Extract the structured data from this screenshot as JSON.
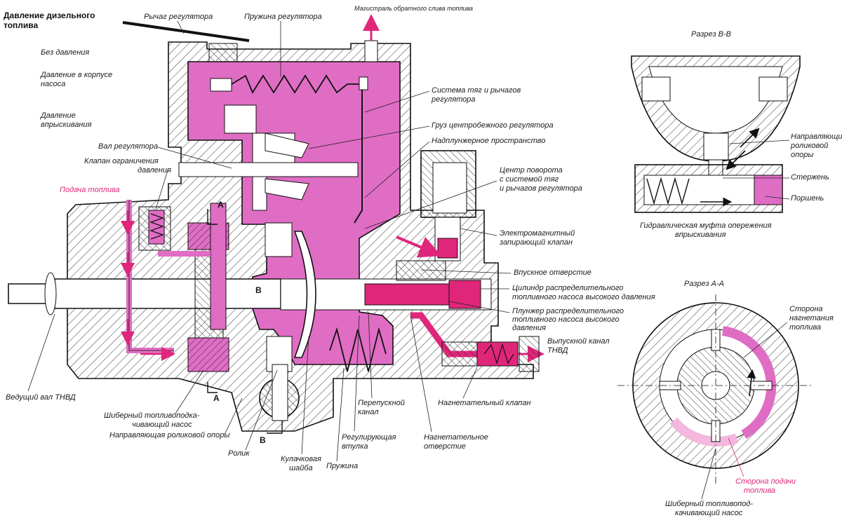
{
  "legend": {
    "title_line1": "Давление дизельного",
    "title_line2": "топлива",
    "no_pressure": "Без давления",
    "housing_pressure_line1": "Давление в корпусе",
    "housing_pressure_line2": "насоса",
    "injection_pressure_line1": "Давление",
    "injection_pressure_line2": "впрыскивания"
  },
  "colors": {
    "housing_pressure": "#e06dc4",
    "injection_pressure": "#e0267a",
    "supply_label": "#e0267a",
    "line": "#111111"
  },
  "labels": {
    "regulator_lever": "Рычаг регулятора",
    "regulator_spring": "Пружина регулятора",
    "return_line": "Магистраль обратного слива топлива",
    "linkage_system_line1": "Система тяг и рычагов",
    "linkage_system_line2": "регулятора",
    "centrifugal_weight": "Груз центробежного регулятора",
    "above_plunger_space": "Надплунжерное пространство",
    "regulator_shaft": "Вал регулятора",
    "pressure_limit_valve_line1": "Клапан ограничения",
    "pressure_limit_valve_line2": "давления",
    "pivot_center_line1": "Центр поворота",
    "pivot_center_line2": "с системой тяг",
    "pivot_center_line3": "и рычагов регулятора",
    "fuel_supply": "Подача топлива",
    "solenoid_valve_line1": "Электромагнитный",
    "solenoid_valve_line2": "запирающий клапан",
    "inlet_port": "Впускное отверстие",
    "distributor_cylinder_line1": "Цилиндр распределительного",
    "distributor_cylinder_line2": "топливного насоса высокого давления",
    "distributor_plunger_line1": "Плунжер распределительного",
    "distributor_plunger_line2": "топливного насоса высокого",
    "distributor_plunger_line3": "давления",
    "outlet_channel_line1": "Выпускной канал",
    "outlet_channel_line2": "ТНВД",
    "drive_shaft": "Ведущий вал ТНВД",
    "vane_pump_line1": "Шиберный топливоподка-",
    "vane_pump_line2": "чивающий насос",
    "roller_guide": "Направляющая роликовой опоры",
    "roller": "Ролик",
    "cam_disk_line1": "Кулачковая",
    "cam_disk_line2": "шайба",
    "spring": "Пружина",
    "control_sleeve_line1": "Регулирующая",
    "control_sleeve_line2": "втулка",
    "bypass_channel_line1": "Перепускной",
    "bypass_channel_line2": "канал",
    "delivery_port_line1": "Нагнетательное",
    "delivery_port_line2": "отверстие",
    "delivery_valve": "Нагнетательный клапан",
    "section_bb": "Разрез В-В",
    "roller_guides_line1": "Направляющие",
    "roller_guides_line2": "роликовой",
    "roller_guides_line3": "опоры",
    "pin": "Стержень",
    "piston": "Поршень",
    "hydraulic_coupling_line1": "Гидравлическая муфта опережения",
    "hydraulic_coupling_line2": "впрыскивания",
    "section_aa": "Разрез А-А",
    "discharge_side_line1": "Сторона",
    "discharge_side_line2": "нагнетания",
    "discharge_side_line3": "топлива",
    "supply_side_line1": "Сторона подачи",
    "supply_side_line2": "топлива",
    "vane_pump2_line1": "Шиберный топливопод-",
    "vane_pump2_line2": "качивающий насос"
  },
  "section_marks": {
    "a": "A",
    "b": "B"
  }
}
